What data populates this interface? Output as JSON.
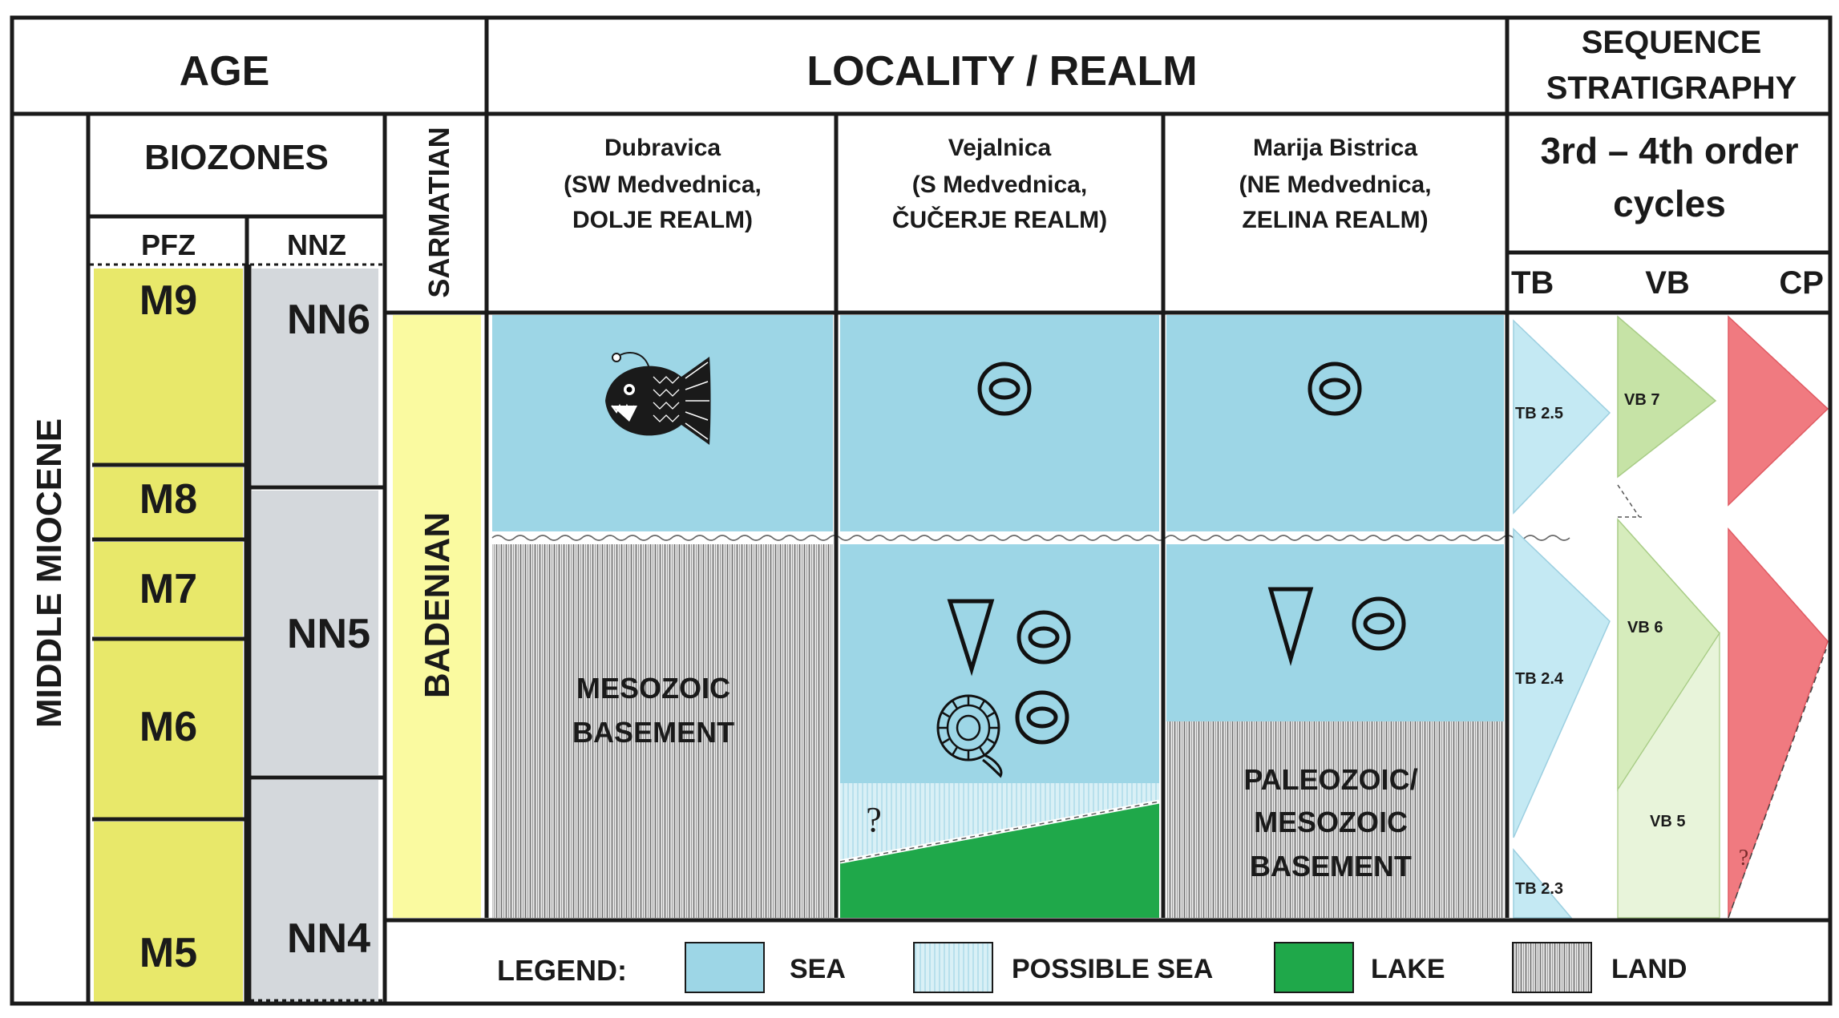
{
  "header": {
    "age": "AGE",
    "locality_realm": "LOCALITY / REALM",
    "sequence_line1": "SEQUENCE",
    "sequence_line2": "STRATIGRAPHY"
  },
  "age_column": {
    "epoch": "MIDDLE MIOCENE",
    "biozones": "BIOZONES",
    "pfz": "PFZ",
    "nnz": "NNZ",
    "pfz_zones": [
      "M9",
      "M8",
      "M7",
      "M6",
      "M5"
    ],
    "nnz_zones": [
      "NN6",
      "NN5",
      "NN4"
    ],
    "stage_upper": "SARMATIAN",
    "stage_lower": "BADENIAN"
  },
  "localities": [
    {
      "name": "Dubravica",
      "line2": "(SW Medvednica,",
      "line3": "DOLJE REALM)",
      "basement_line1": "MESOZOIC",
      "basement_line2": "BASEMENT",
      "basement_line3": ""
    },
    {
      "name": "Vejalnica",
      "line2": "(S Medvednica,",
      "line3": "ČUČERJE REALM)",
      "question": "?"
    },
    {
      "name": "Marija Bistrica",
      "line2": "(NE Medvednica,",
      "line3": "ZELINA REALM)",
      "basement_line1": "PALEOZOIC/",
      "basement_line2": "MESOZOIC",
      "basement_line3": "BASEMENT"
    }
  ],
  "sequence": {
    "cycles_line1": "3rd – 4th order",
    "cycles_line2": "cycles",
    "col_tb": "TB",
    "col_vb": "VB",
    "col_cp": "CP",
    "tb_labels": [
      "TB 2.5",
      "TB 2.4",
      "TB 2.3"
    ],
    "vb_labels": [
      "VB 7",
      "VB 6",
      "VB 5"
    ],
    "cp_question": "?"
  },
  "legend": {
    "title": "LEGEND:",
    "items": [
      "SEA",
      "POSSIBLE SEA",
      "LAKE",
      "LAND"
    ]
  },
  "colors": {
    "sea": "#9dd6e6",
    "possible_sea": "#c9e9f2",
    "lake": "#1fa84a",
    "land": "#9a9a9a",
    "pfz_yellow": "#e8e86a",
    "nnz_gray": "#d4d8dc",
    "badenian_yellow": "#fafaa0",
    "tb_fill": "#c4e9f3",
    "vb_fill": "#d6ecbc",
    "cp_fill": "#f07a80"
  }
}
